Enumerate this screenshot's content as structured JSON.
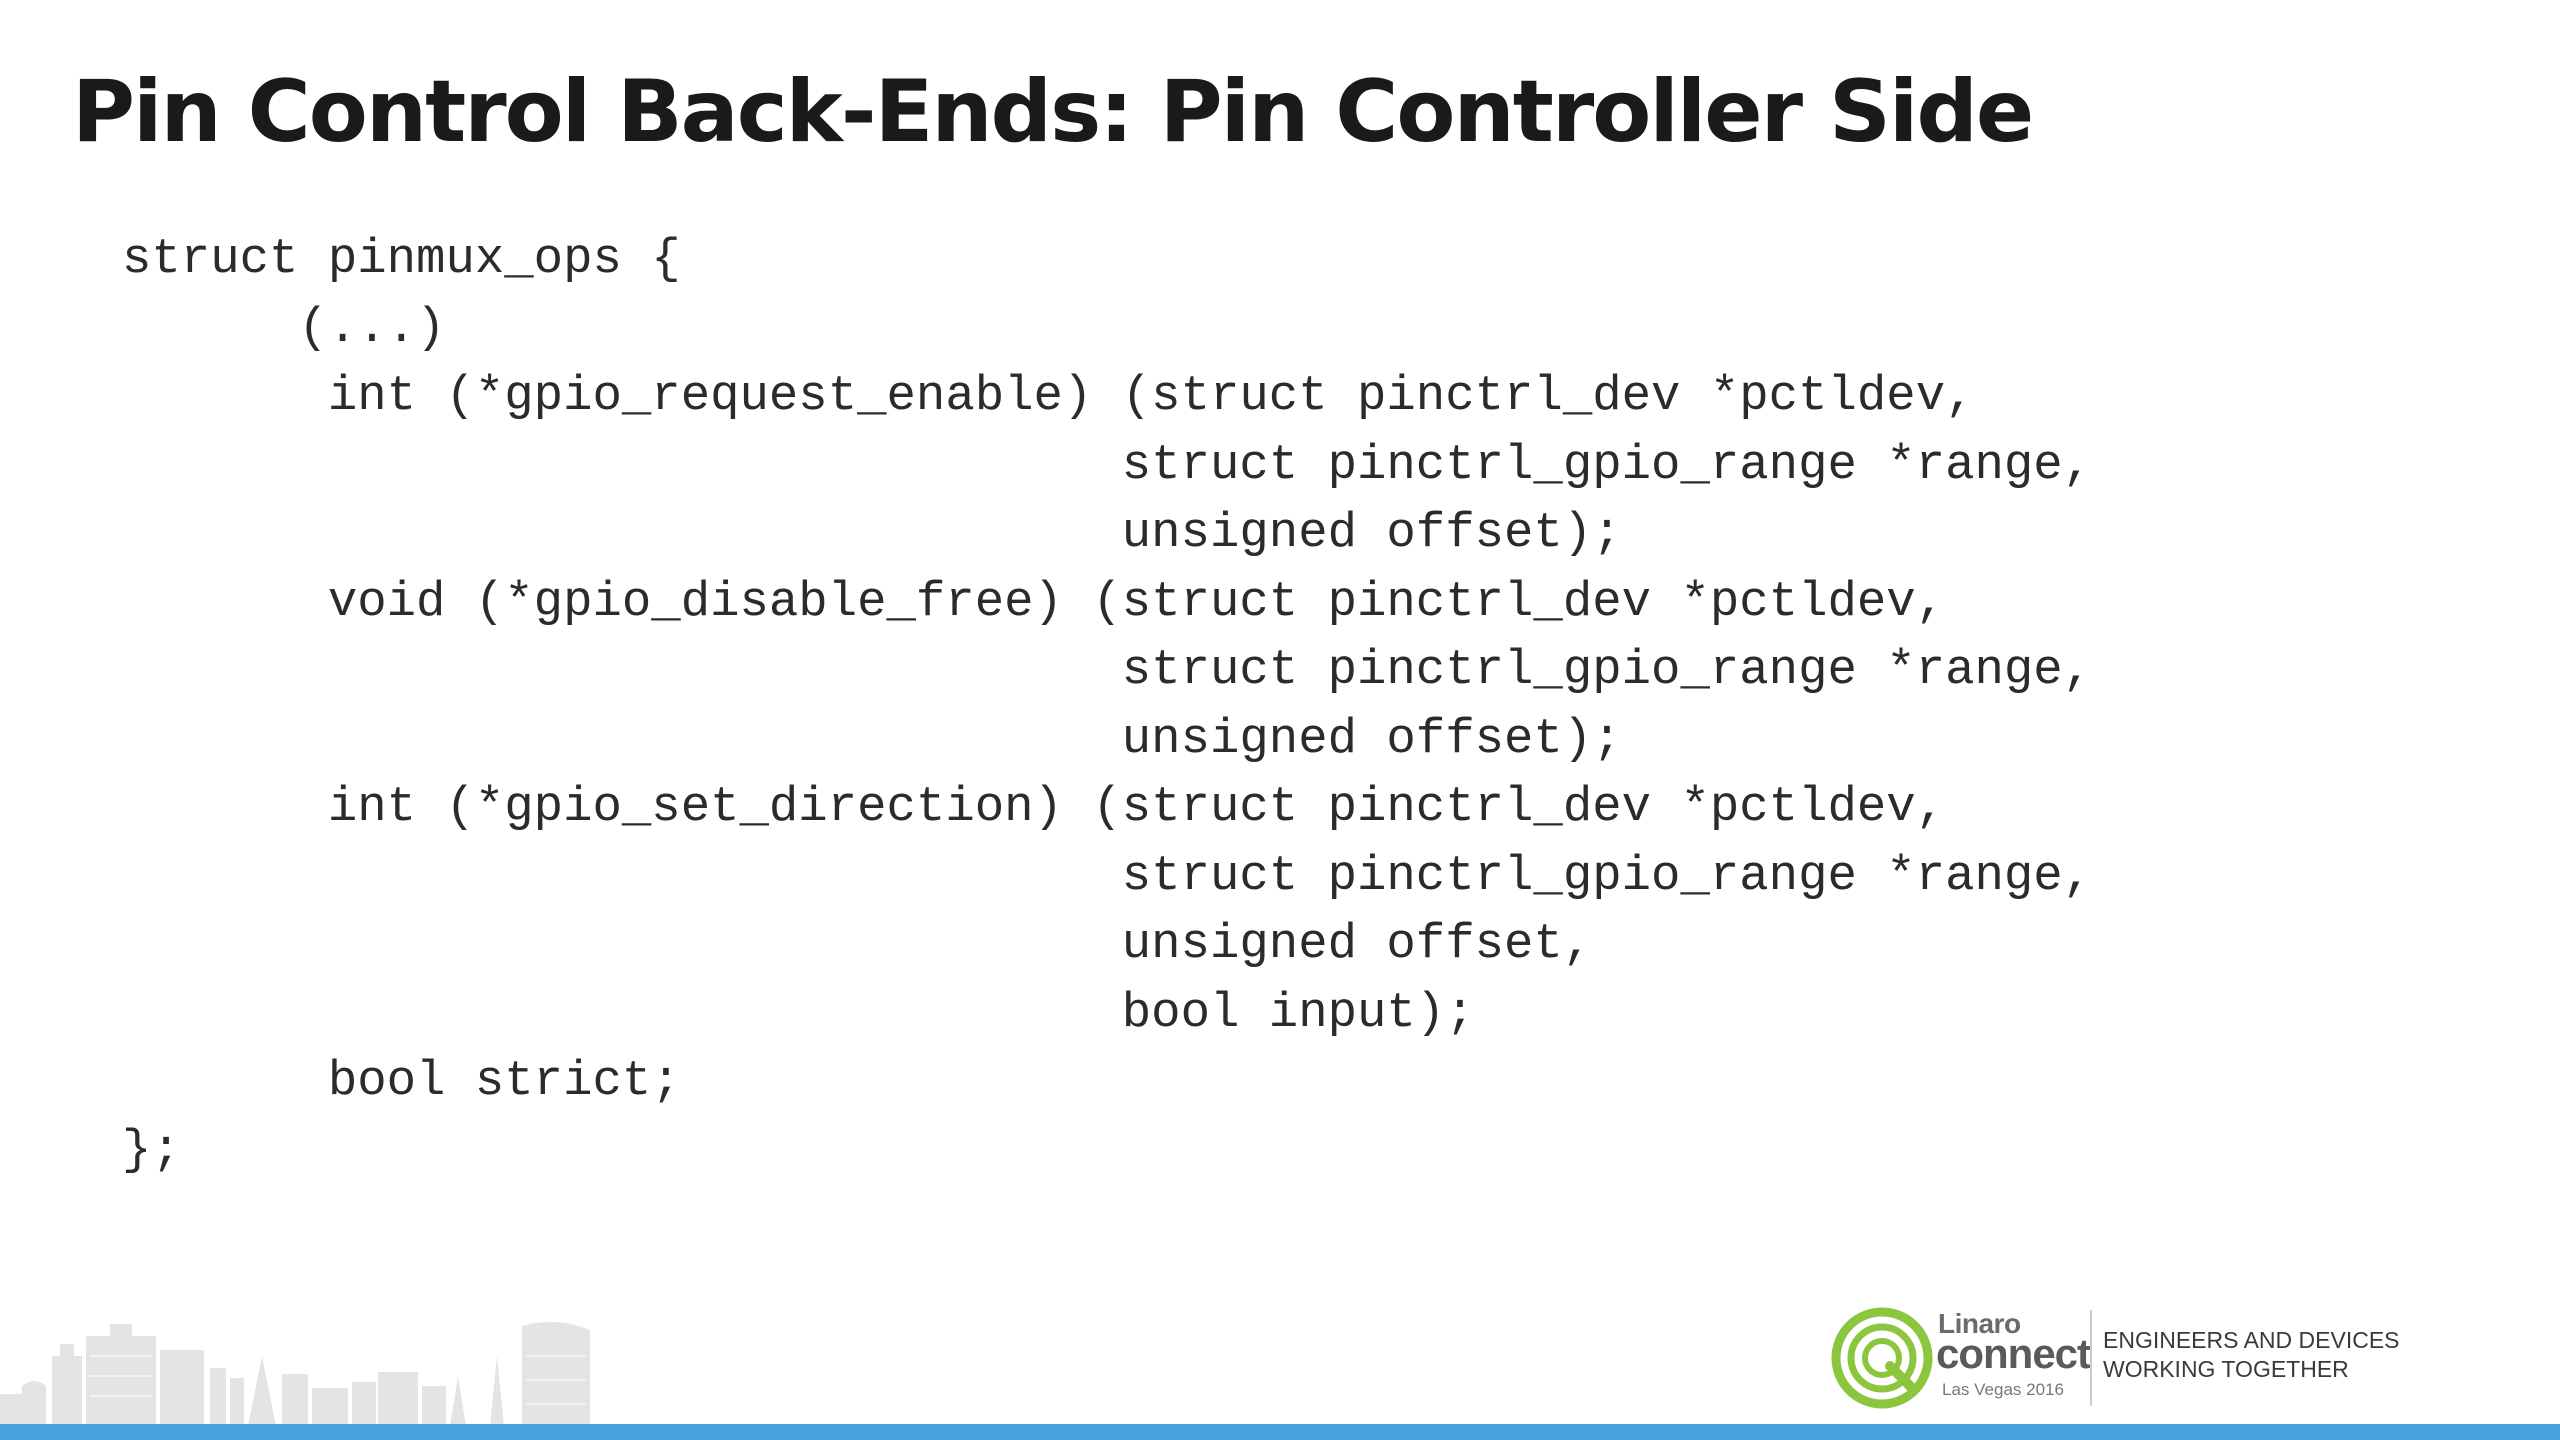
{
  "slide": {
    "title": "Pin Control Back-Ends: Pin Controller Side",
    "code_lines": [
      "struct pinmux_ops {",
      "      (...)",
      "       int (*gpio_request_enable) (struct pinctrl_dev *pctldev,",
      "                                  struct pinctrl_gpio_range *range,",
      "                                  unsigned offset);",
      "       void (*gpio_disable_free) (struct pinctrl_dev *pctldev,",
      "                                  struct pinctrl_gpio_range *range,",
      "                                  unsigned offset);",
      "       int (*gpio_set_direction) (struct pinctrl_dev *pctldev,",
      "                                  struct pinctrl_gpio_range *range,",
      "                                  unsigned offset,",
      "                                  bool input);",
      "       bool strict;",
      "};"
    ]
  },
  "footer": {
    "logo_name": "Linaro",
    "logo_product": "connect",
    "logo_event": "Las Vegas 2016",
    "tagline_line1": "ENGINEERS AND DEVICES",
    "tagline_line2": "WORKING TOGETHER",
    "colors": {
      "bar": "#4aa3df",
      "logo_green": "#8cc63f",
      "skyline": "#e2e2e2"
    }
  }
}
